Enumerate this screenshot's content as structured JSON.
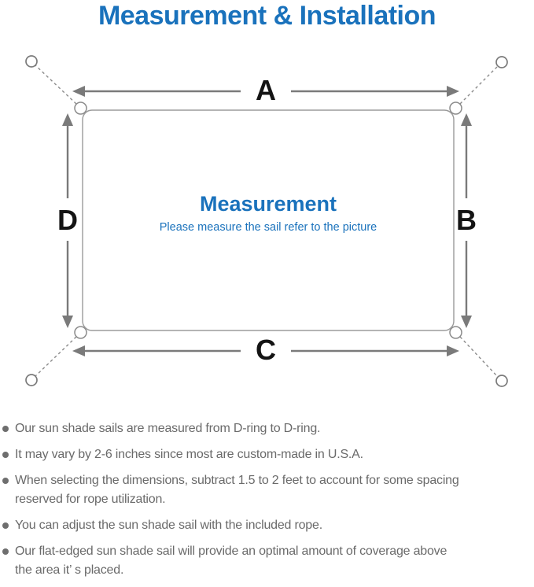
{
  "header": {
    "title": "Measurement & Installation"
  },
  "diagram": {
    "center_title": "Measurement",
    "center_subtitle": "Please measure the sail refer to the picture",
    "labels": {
      "top": "A",
      "right": "B",
      "bottom": "C",
      "left": "D"
    }
  },
  "notes": [
    {
      "lines": [
        "Our sun shade sails are measured from D-ring to D-ring."
      ]
    },
    {
      "lines": [
        "It may vary by 2-6 inches since most are custom-made in U.S.A."
      ]
    },
    {
      "lines": [
        "When selecting the dimensions, subtract 1.5 to 2 feet to account for some spacing",
        "reserved for rope utilization."
      ]
    },
    {
      "lines": [
        "You can adjust the sun shade sail with the included rope."
      ]
    },
    {
      "lines": [
        "Our flat-edged sun shade sail will provide an optimal amount of coverage above",
        "the area it’ s placed."
      ]
    }
  ],
  "colors": {
    "accent_blue": "#1a72bc",
    "line_gray": "#7a7a7a",
    "border_gray": "#9b9b9b",
    "text_gray": "#6a6a6a",
    "label_black": "#141414"
  }
}
